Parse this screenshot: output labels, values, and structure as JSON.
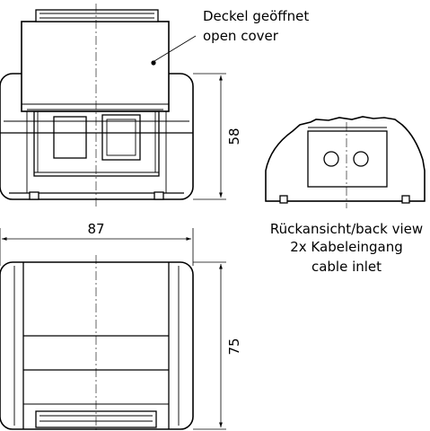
{
  "labels": {
    "cover_de": "Deckel geöffnet",
    "cover_en": "open cover",
    "back_line1": "Rückansicht/back view",
    "back_line2": "2x Kabeleingang",
    "back_line3": "cable inlet"
  },
  "dimensions": {
    "height_top": "58",
    "width": "87",
    "height_bottom": "75"
  }
}
